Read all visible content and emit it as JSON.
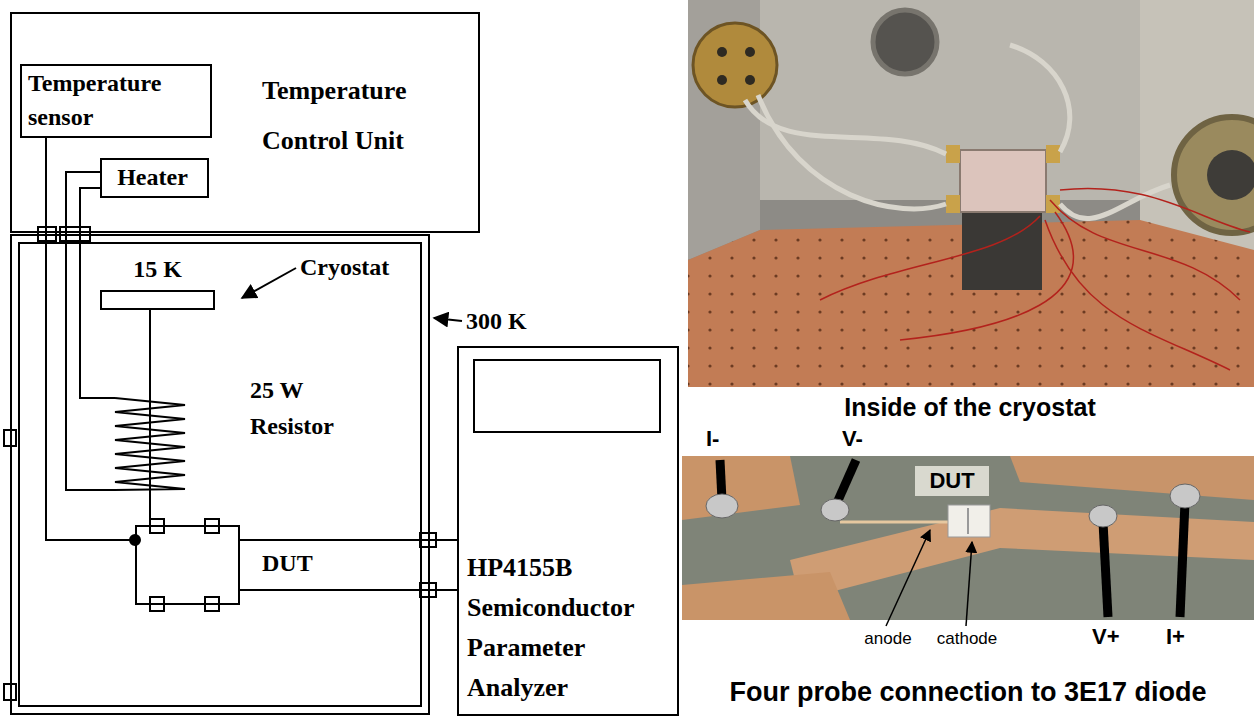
{
  "diagram": {
    "nodes": [
      {
        "text": [
          "Temperature Control Unit"
        ]
      },
      {
        "text": [
          "Temperature sensor"
        ],
        "in": 0
      },
      {
        "text": [
          "Heater"
        ],
        "in": 0
      },
      {
        "text": [
          "Cryostat"
        ]
      },
      {
        "text": [
          "15 K"
        ],
        "in": 3
      },
      {
        "text": [
          "DUT"
        ],
        "in": 3
      },
      {
        "text": [
          "HP4155B Semiconductor Parameter Analyzer"
        ]
      }
    ],
    "edges": [
      {
        "from": 1,
        "to": 5,
        "arrow": "none"
      },
      {
        "from": 5,
        "to": 6,
        "arrow": "none"
      },
      {
        "from": 5,
        "to": 6,
        "arrow": "none"
      },
      {
        "from": 4,
        "to": 5,
        "arrow": "none"
      }
    ],
    "labels": [
      "300 K",
      "25 W Resistor",
      "Inside of the cryostat",
      "I-",
      "V-",
      "DUT",
      "anode",
      "cathode",
      "V+",
      "I+",
      "Four probe connection to 3E17 diode"
    ]
  }
}
